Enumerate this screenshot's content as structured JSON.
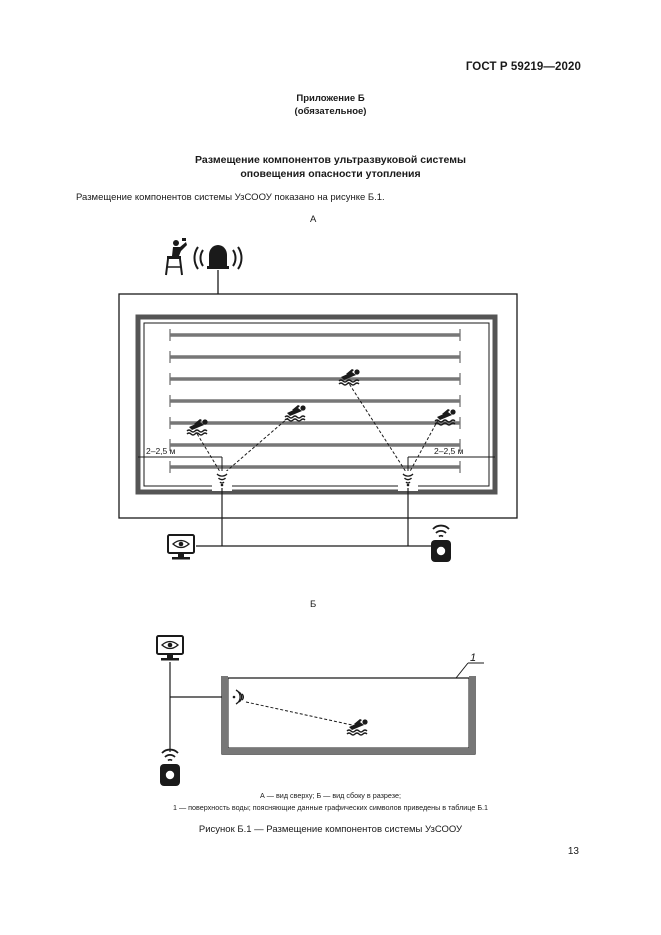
{
  "header": {
    "standard": "ГОСТ Р 59219—2020"
  },
  "annex": {
    "title": "Приложение Б",
    "status": "(обязательное)"
  },
  "section": {
    "title_line1": "Размещение компонентов ультразвуковой системы",
    "title_line2": "оповещения опасности утопления"
  },
  "intro": "Размещение компонентов системы УзСООУ показано на рисунке Б.1.",
  "figure": {
    "label_a": "А",
    "label_b": "Б",
    "dim_left": "2–2,5 м",
    "dim_right": "2–2,5 м",
    "callout": "1",
    "legend_line1": "А — вид сверху; Б — вид сбоку в разрезе;",
    "legend_line2": "1 — поверхность воды; поясняющие данные графических символов приведены в таблице Б.1",
    "caption": "Рисунок Б.1 — Размещение компонентов системы УзСООУ"
  },
  "footer": {
    "page_number": "13"
  }
}
